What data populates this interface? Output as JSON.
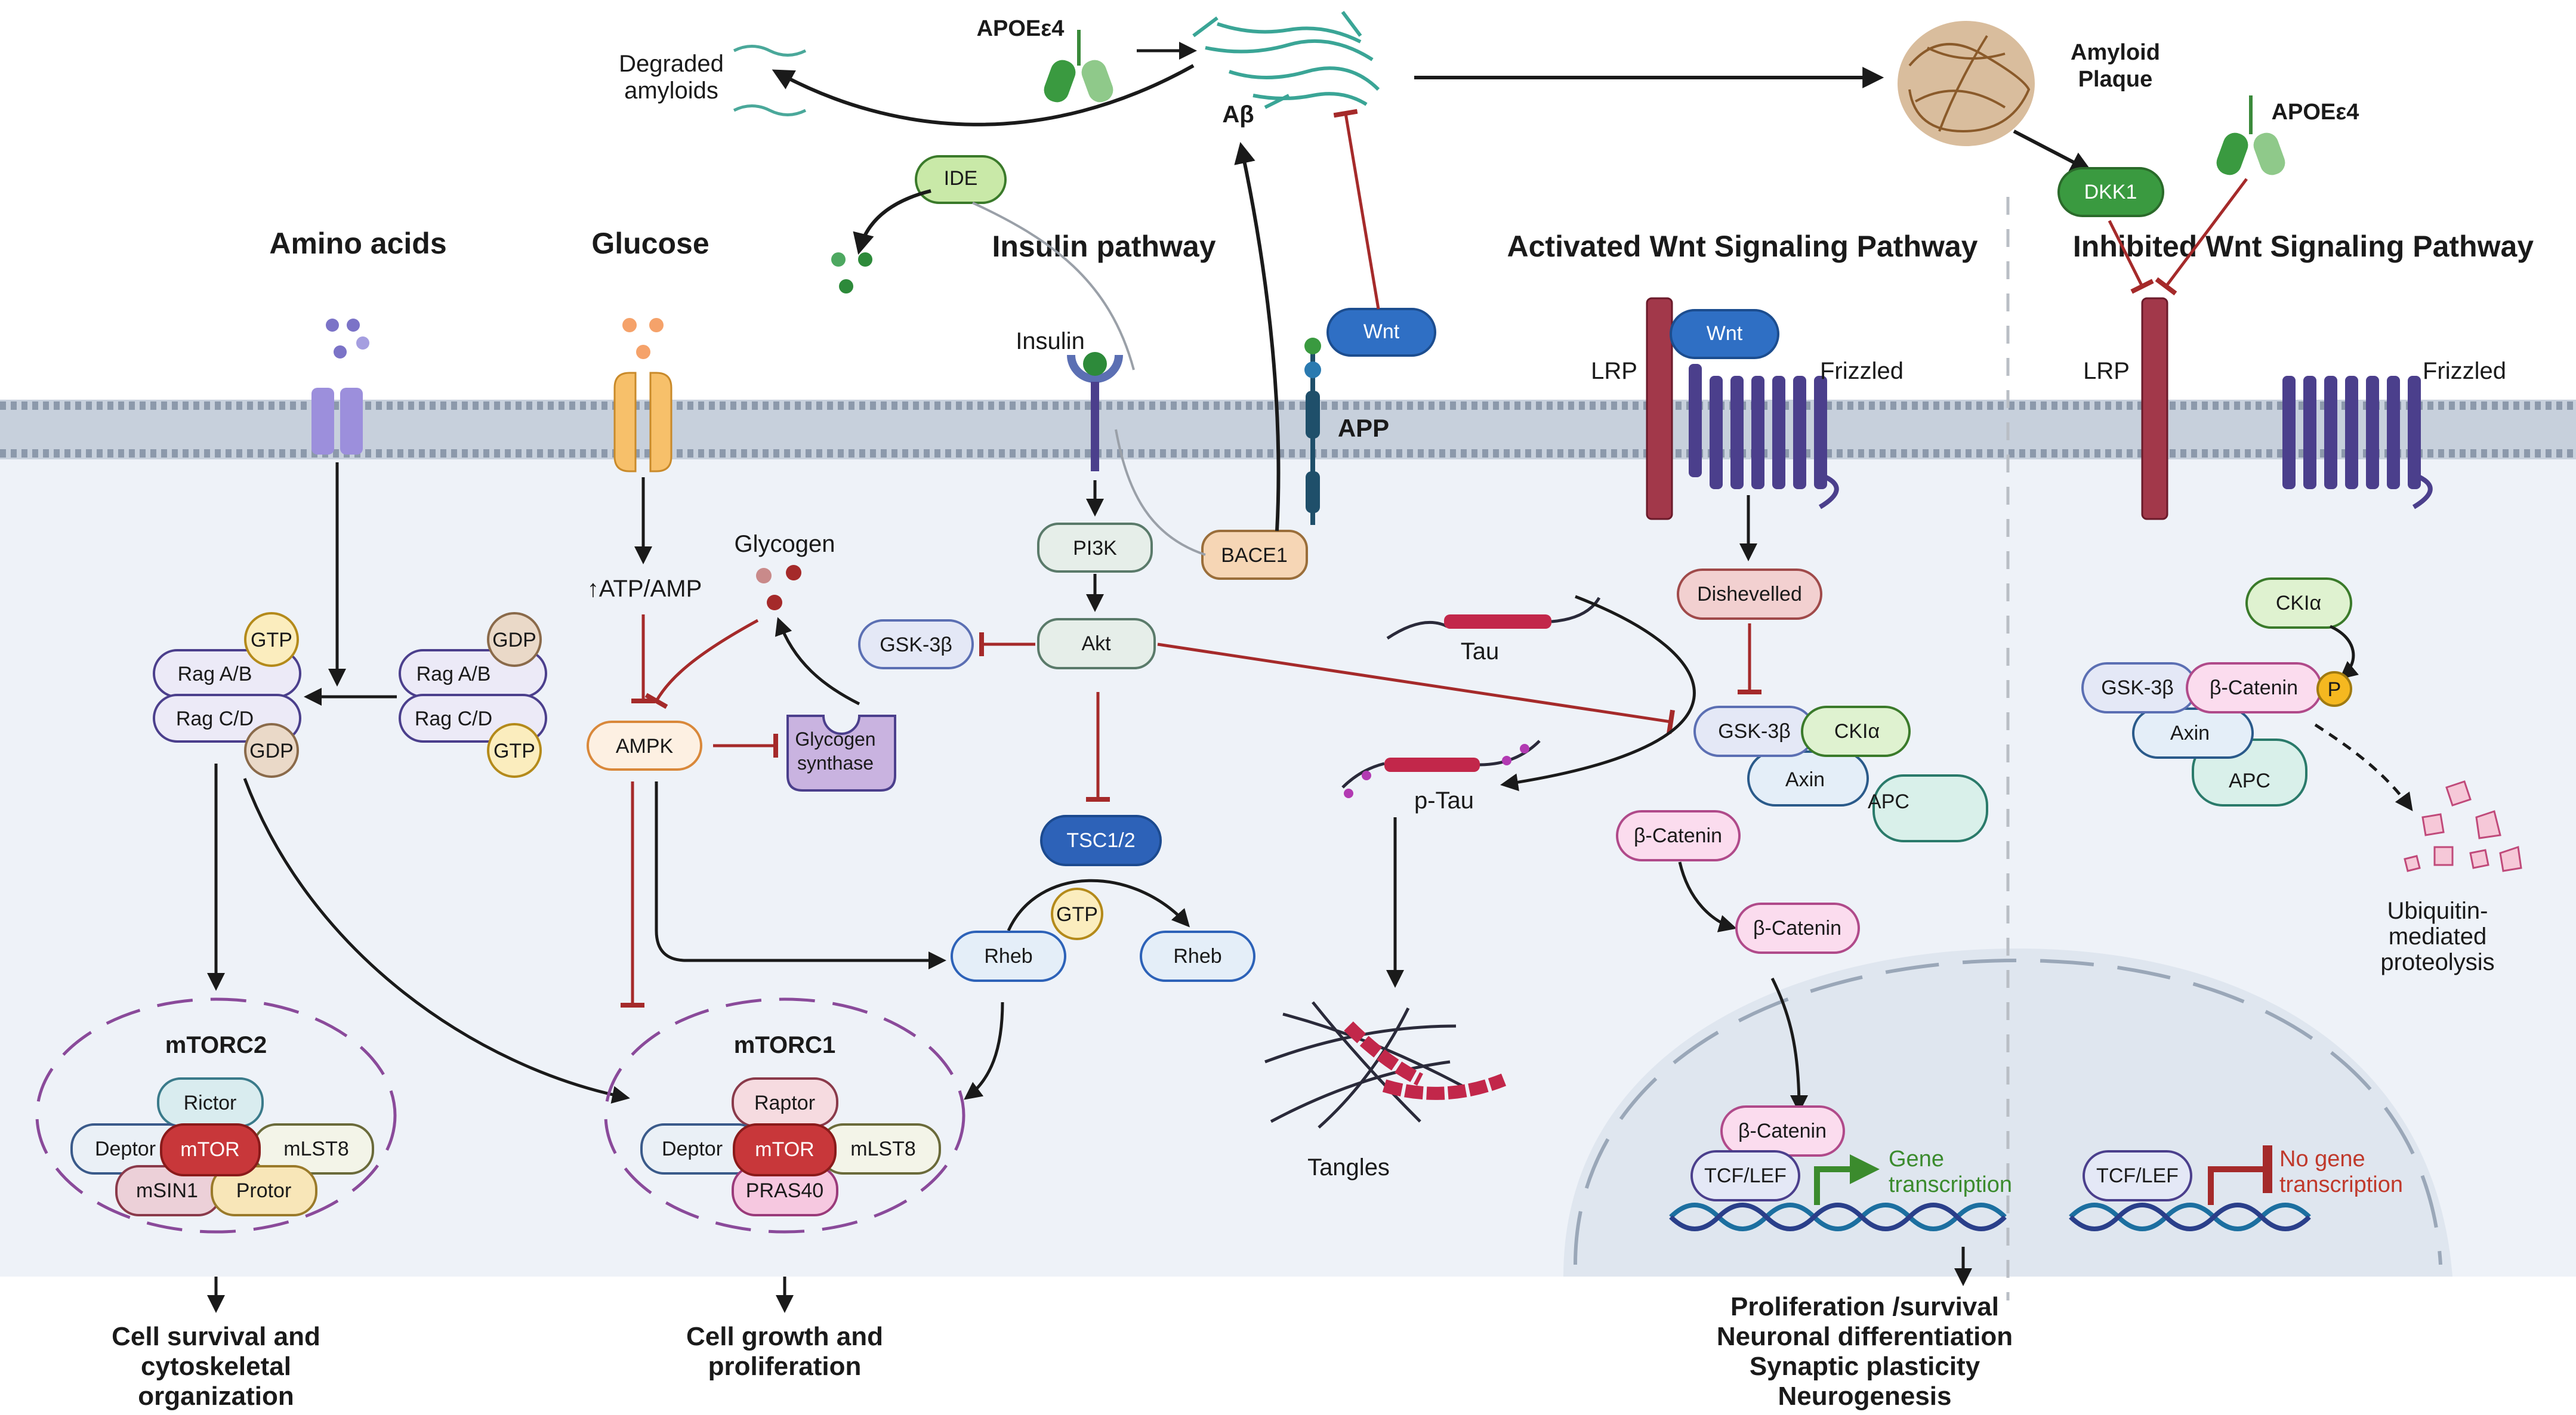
{
  "headers": {
    "amino_acids": "Amino acids",
    "glucose": "Glucose",
    "insulin_pathway": "Insulin pathway",
    "activated_wnt": "Activated Wnt Signaling Pathway",
    "inhibited_wnt": "Inhibited Wnt Signaling Pathway"
  },
  "top": {
    "degraded_amyloids": [
      "Degraded",
      "amyloids"
    ],
    "apoe4": "APOEε4",
    "abeta": "Aβ",
    "amyloid_plaque": [
      "Amyloid",
      "Plaque"
    ],
    "apoe4_right": "APOEε4",
    "dkk1": "DKK1",
    "ide": "IDE",
    "insulin": "Insulin",
    "wnt": "Wnt",
    "app": "APP",
    "bace1": "BACE1"
  },
  "amino": {
    "gtp": "GTP",
    "rag_ab": "Rag A/B",
    "rag_cd": "Rag C/D",
    "gdp": "GDP",
    "gdp2": "GDP",
    "rag_ab2": "Rag A/B",
    "rag_cd2": "Rag C/D",
    "gtp2": "GTP"
  },
  "glucose": {
    "atp_amp": "↑ATP/AMP",
    "glycogen": "Glycogen",
    "ampk": "AMPK",
    "glycogen_synthase": [
      "Glycogen",
      "synthase"
    ]
  },
  "insulin": {
    "pi3k": "PI3K",
    "akt": "Akt",
    "gsk3b": "GSK-3β",
    "tsc12": "TSC1/2",
    "gtp": "GTP",
    "rheb_active": "Rheb",
    "rheb_inactive": "Rheb"
  },
  "tau": {
    "tau": "Tau",
    "ptau": "p-Tau",
    "tangles": "Tangles"
  },
  "mtorc2": {
    "title": "mTORC2",
    "rictor": "Rictor",
    "deptor": "Deptor",
    "mtor": "mTOR",
    "mlst8": "mLST8",
    "msin1": "mSIN1",
    "protor": "Protor"
  },
  "mtorc1": {
    "title": "mTORC1",
    "raptor": "Raptor",
    "deptor": "Deptor",
    "mtor": "mTOR",
    "mlst8": "mLST8",
    "pras40": "PRAS40"
  },
  "wnt_active": {
    "lrp": "LRP",
    "wnt": "Wnt",
    "frizzled": "Frizzled",
    "dishevelled": "Dishevelled",
    "gsk3b": "GSK-3β",
    "ck1a": "CKIα",
    "axin": "Axin",
    "apc": "APC",
    "bcat1": "β-Catenin",
    "bcat2": "β-Catenin",
    "bcat3": "β-Catenin",
    "tcf_lef": "TCF/LEF",
    "gene_transcription": [
      "Gene",
      "transcription"
    ]
  },
  "wnt_inhibited": {
    "lrp": "LRP",
    "frizzled": "Frizzled",
    "ck1a": "CKIα",
    "gsk3b": "GSK-3β",
    "bcat": "β-Catenin",
    "p": "P",
    "axin": "Axin",
    "apc": "APC",
    "proteolysis": [
      "Ubiquitin-",
      "mediated",
      "proteolysis"
    ],
    "tcf_lef": "TCF/LEF",
    "no_gene_transcription": [
      "No gene",
      "transcription"
    ]
  },
  "outcomes": {
    "mtorc2": [
      "Cell survival and",
      "cytoskeletal",
      "organization"
    ],
    "mtorc1": [
      "Cell growth and",
      "proliferation"
    ],
    "wnt": [
      "Proliferation /survival",
      "Neuronal differentiation",
      "Synaptic plasticity",
      "Neurogenesis"
    ]
  },
  "colors": {
    "membrane": "#a9b3c3",
    "cytoplasm": "#eef2f8",
    "inhibit": "#a52a2a",
    "activate_green": "#3b8b2d",
    "mtor_red": "#c8373a",
    "purple_receptor": "#4b3f8c",
    "tsc_blue": "#2d62b8"
  }
}
